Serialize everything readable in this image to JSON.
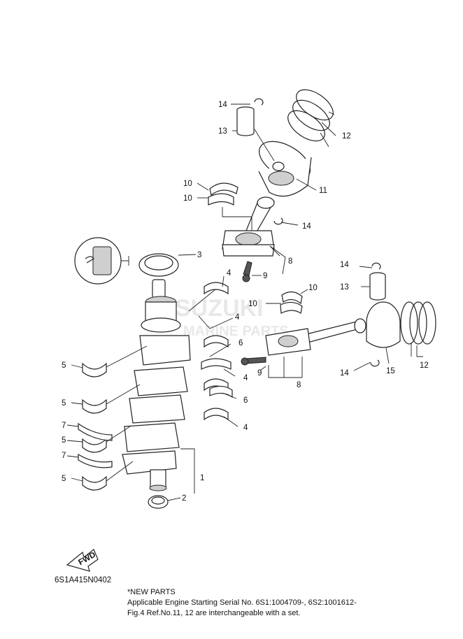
{
  "callouts": {
    "c1": "1",
    "c2": "2",
    "c3": "3",
    "c4a": "4",
    "c4b": "4",
    "c4c": "4",
    "c4d": "4",
    "c5a": "5",
    "c5b": "5",
    "c5c": "5",
    "c5d": "5",
    "c6a": "6",
    "c6b": "6",
    "c7a": "7",
    "c7b": "7",
    "c8a": "8",
    "c8b": "8",
    "c9a": "9",
    "c9b": "9",
    "c10a": "10",
    "c10b": "10",
    "c10c": "10",
    "c10d": "10",
    "c11": "11",
    "c12a": "12",
    "c12b": "12",
    "c13a": "13",
    "c13b": "13",
    "c14a": "14",
    "c14b": "14",
    "c14c": "14",
    "c14d": "14",
    "c15": "15"
  },
  "fwd_label": "FWD",
  "watermark": {
    "brand": "SUZUKI",
    "sub": "MARINE PARTS"
  },
  "diagram_code": "6S1A415N0402",
  "notes": {
    "line1": "*NEW PARTS",
    "line2": "Applicable Engine Starting Serial No. 6S1:1004709-, 6S2:1001612-",
    "line3": "Fig.4 Ref.No.11, 12 are interchangeable with a set."
  }
}
